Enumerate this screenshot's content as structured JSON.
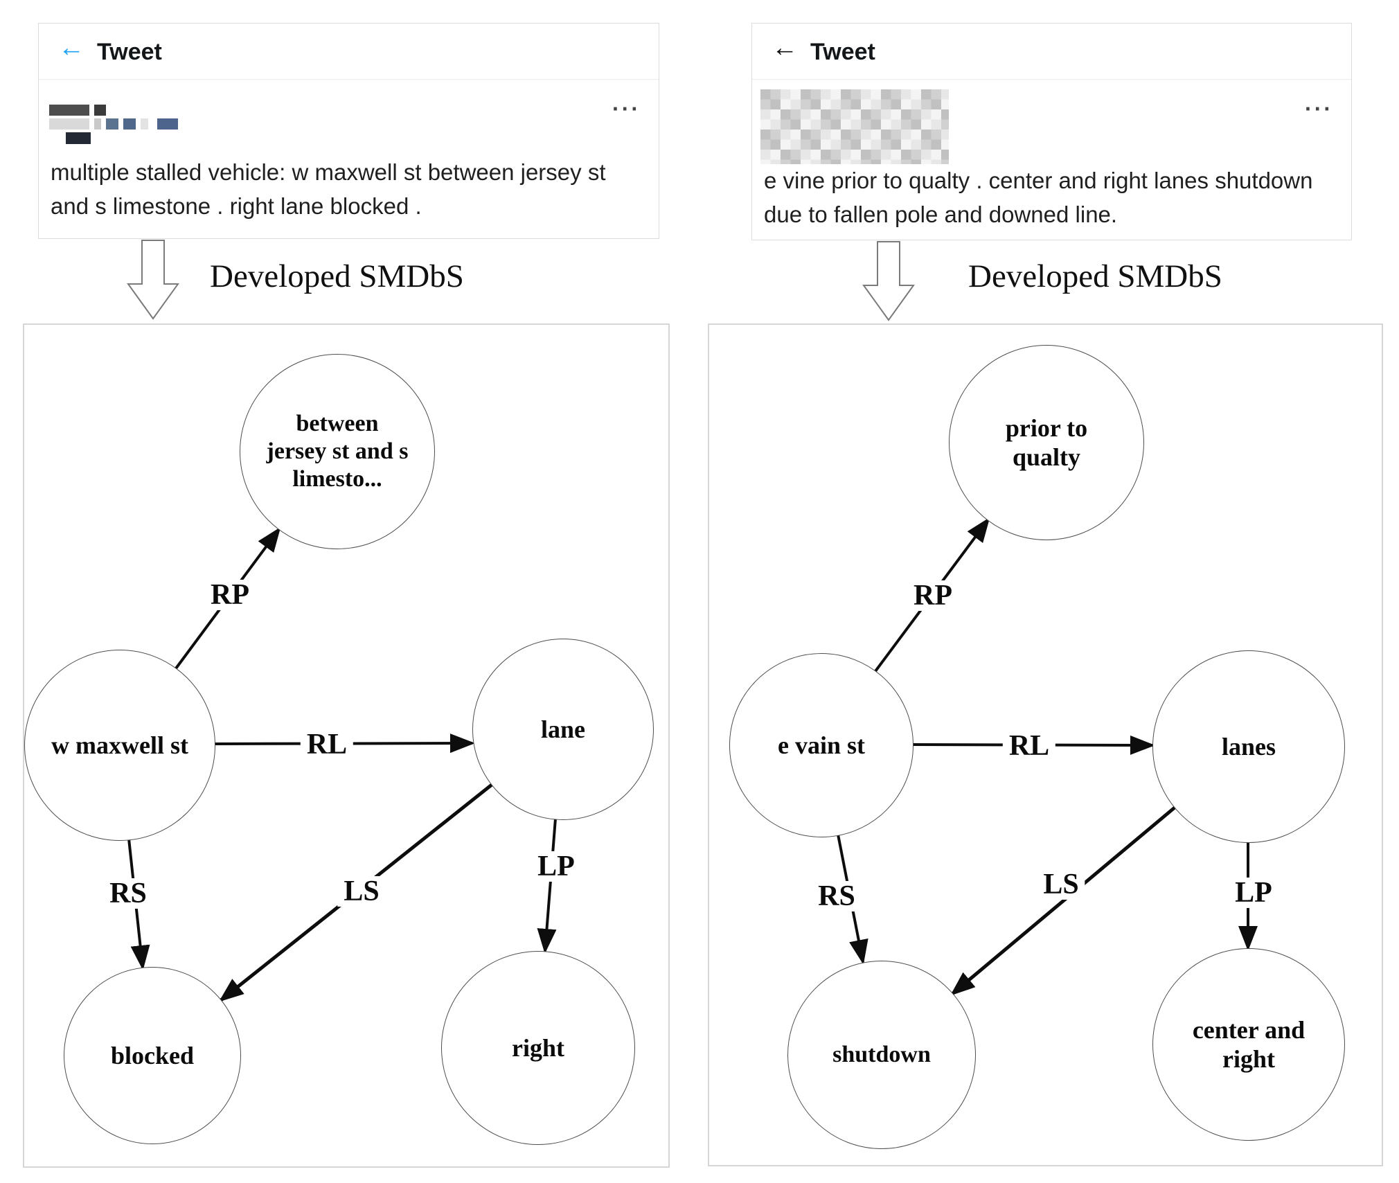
{
  "panels": [
    {
      "tweet": {
        "back_icon": "←",
        "header": "Tweet",
        "more_icon": "···",
        "text": "multiple stalled vehicle: w maxwell st between jersey st and s limestone . right lane blocked ."
      },
      "process_label": "Developed SMDbS",
      "diagram": {
        "nodes": {
          "phrase": "between jersey st and s limesto...",
          "road": "w maxwell st",
          "lane": "lane",
          "status": "blocked",
          "position": "right"
        },
        "edge_labels": {
          "rp": "RP",
          "rl": "RL",
          "rs": "RS",
          "ls": "LS",
          "lp": "LP"
        }
      }
    },
    {
      "tweet": {
        "back_icon": "←",
        "header": "Tweet",
        "more_icon": "···",
        "text": "e vine prior to qualty . center and right lanes shutdown due to fallen pole and downed line."
      },
      "process_label": "Developed SMDbS",
      "diagram": {
        "nodes": {
          "phrase": "prior to qualty",
          "road": "e vain st",
          "lane": "lanes",
          "status": "shutdown",
          "position": "center and right"
        },
        "edge_labels": {
          "rp": "RP",
          "rl": "RL",
          "rs": "RS",
          "ls": "LS",
          "lp": "LP"
        }
      }
    }
  ],
  "colors": {
    "left_back_arrow": "#1da1f2",
    "right_back_arrow": "#111111",
    "edge_stroke": "#0d0d0d",
    "panel_border": "#d6d6d6"
  }
}
